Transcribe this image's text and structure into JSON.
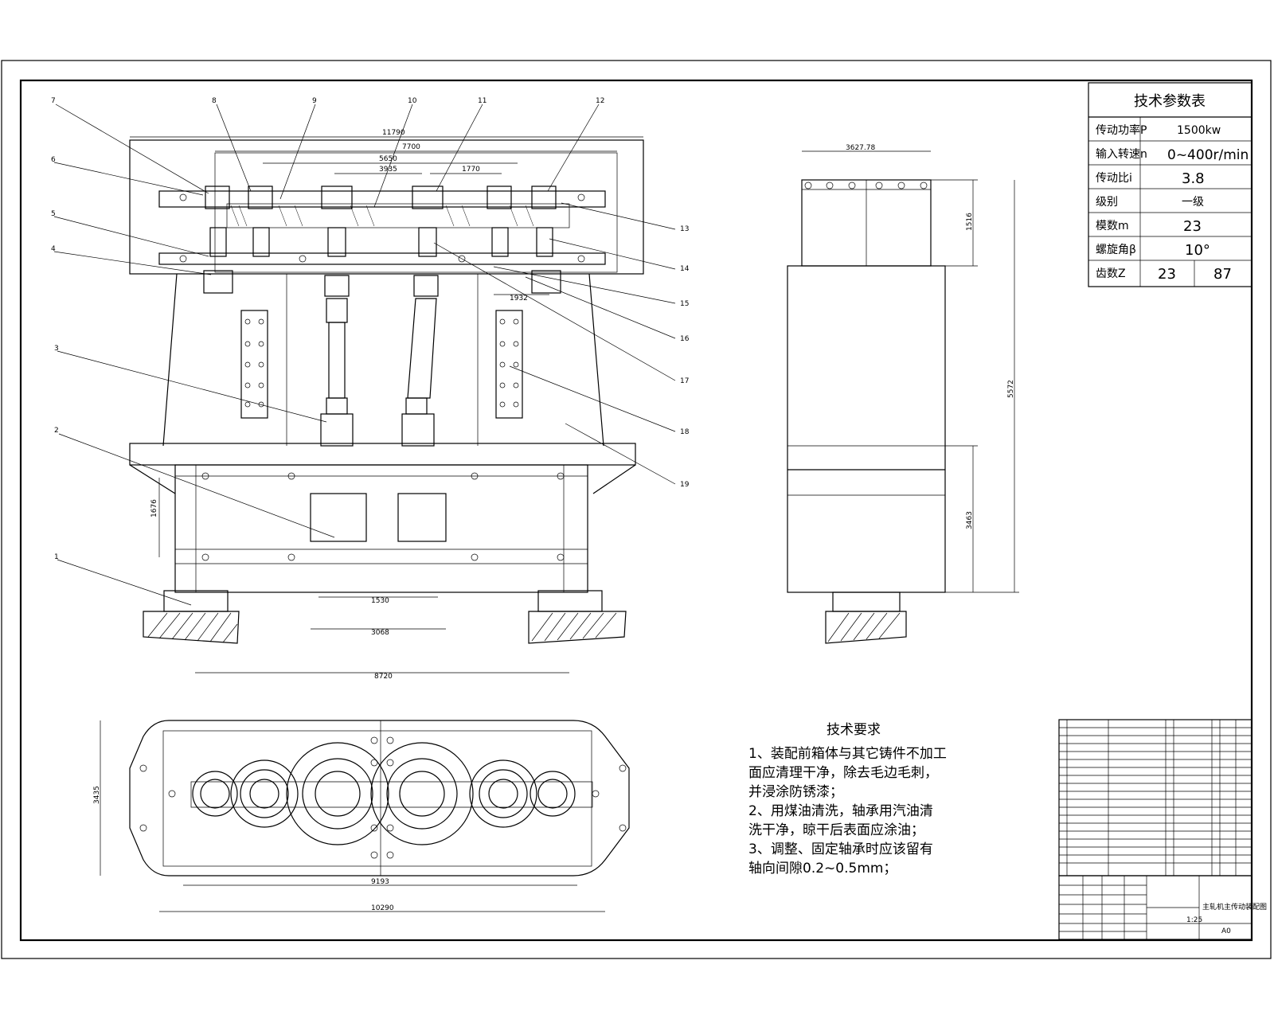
{
  "drawing_title": "主轧机主传动装配图",
  "sheet_size": "A0",
  "parameter_table": {
    "title": "技术参数表",
    "rows": [
      {
        "label": "传动功率P",
        "value": "1500kw"
      },
      {
        "label": "输入转速n",
        "value": "0~400r/min"
      },
      {
        "label": "传动比i",
        "value": "3.8"
      },
      {
        "label": "级别",
        "value": "一级"
      },
      {
        "label": "模数m",
        "value": "23"
      },
      {
        "label": "螺旋角β",
        "value": "10°"
      }
    ],
    "teeth_label": "齿数Z",
    "teeth_values": [
      "23",
      "87"
    ]
  },
  "requirements": {
    "title": "技术要求",
    "lines": [
      "1、装配前箱体与其它铸件不加工",
      "面应清理干净，除去毛边毛刺，",
      "并浸涂防锈漆；",
      "2、用煤油清洗，轴承用汽油清",
      "洗干净，晾干后表面应涂油；",
      "3、调整、固定轴承时应该留有",
      "轴向间隙0.2~0.5mm；"
    ]
  },
  "balloons": [
    "1",
    "2",
    "3",
    "4",
    "5",
    "6",
    "7",
    "8",
    "9",
    "10",
    "11",
    "12",
    "13",
    "14",
    "15",
    "16",
    "17",
    "18",
    "19"
  ],
  "dimensions": {
    "front_total_width": "11790",
    "front_inner_width": "7700",
    "front_mid_width": "5650",
    "front_gear_width": "3935",
    "front_right_width": "1770",
    "front_small": "1932",
    "front_height_left": "1676",
    "front_bottom_1": "1530",
    "front_bottom_2": "3068",
    "front_base_width": "8720",
    "side_top_width": "3627.78",
    "side_height_upper": "1516",
    "side_height_total": "5572",
    "side_height_lower": "3463",
    "plan_width_inner": "9193",
    "plan_width_total": "10290",
    "plan_height": "3435"
  },
  "title_block": {
    "scale": "1:25"
  },
  "colors": {
    "line": "#000000",
    "background": "#ffffff"
  }
}
